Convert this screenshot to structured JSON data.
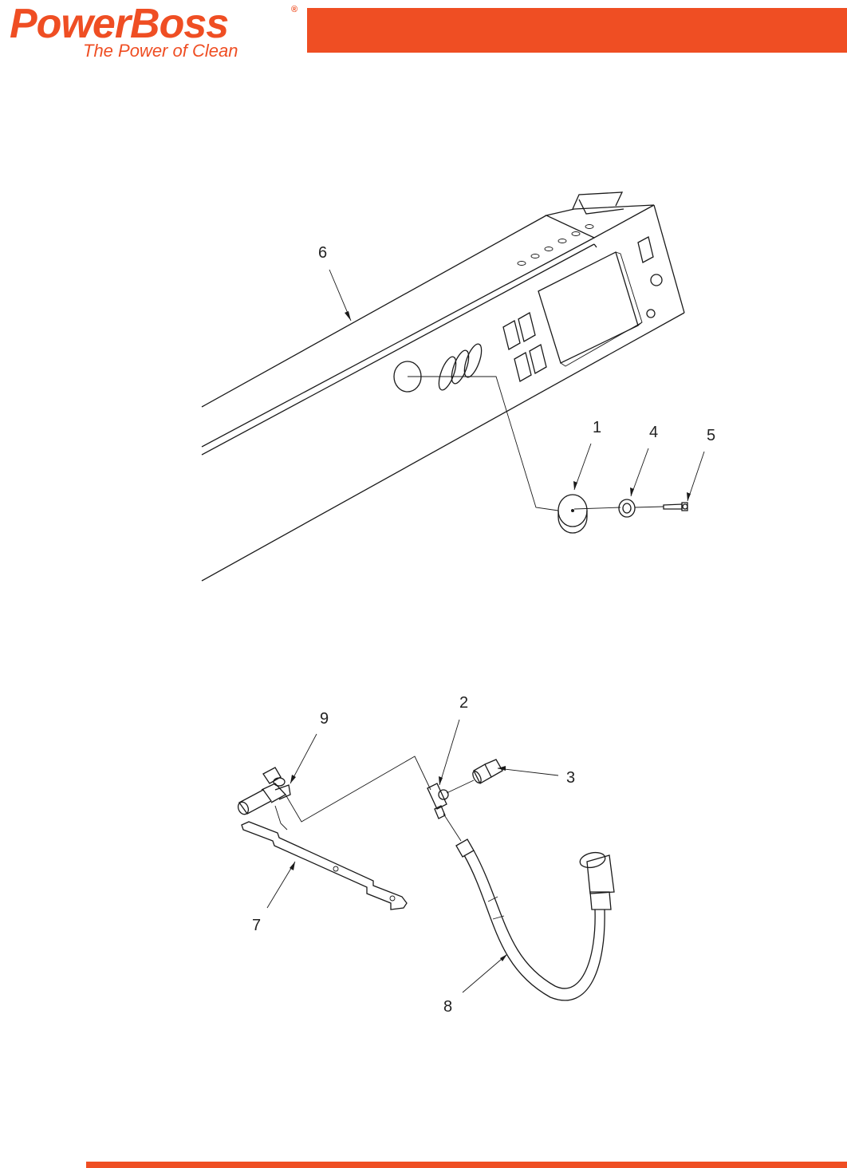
{
  "brand": {
    "name": "PowerBoss",
    "registered_mark": "®",
    "tagline": "The Power of Clean",
    "color": "#ef4e23"
  },
  "callouts": {
    "c1": "1",
    "c2": "2",
    "c3": "3",
    "c4": "4",
    "c5": "5",
    "c6": "6",
    "c7": "7",
    "c8": "8",
    "c9": "9"
  }
}
